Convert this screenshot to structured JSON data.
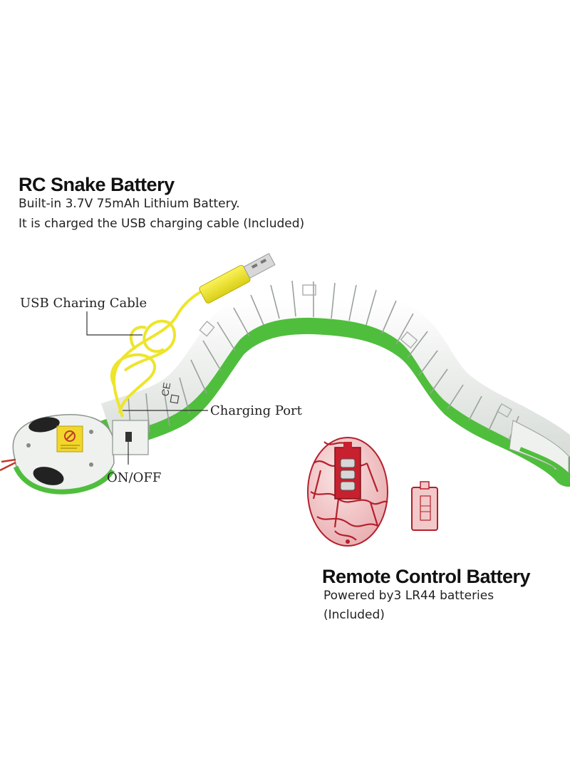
{
  "snake_section": {
    "title": "RC Snake Battery",
    "line1": "Built-in 3.7V 75mAh Lithium Battery.",
    "line2": "It is charged the USB charging cable (Included)"
  },
  "callouts": {
    "usb_cable": "USB Charing Cable",
    "charging_port": "Charging Port",
    "on_off": "ON/OFF"
  },
  "remote_section": {
    "title": "Remote Control Battery",
    "line1": "Powered by3 LR44 batteries",
    "line2": "(Included)"
  },
  "markings": {
    "ce": "CE"
  },
  "colors": {
    "snake_body": "#f1f3f1",
    "snake_belly": "#4fbe3c",
    "cable": "#f0e62a",
    "egg": "#f2c9c9",
    "egg_cracks": "#b4202c"
  },
  "icons": [
    "usb-plug-icon",
    "no-symbol-icon",
    "battery-icon"
  ]
}
